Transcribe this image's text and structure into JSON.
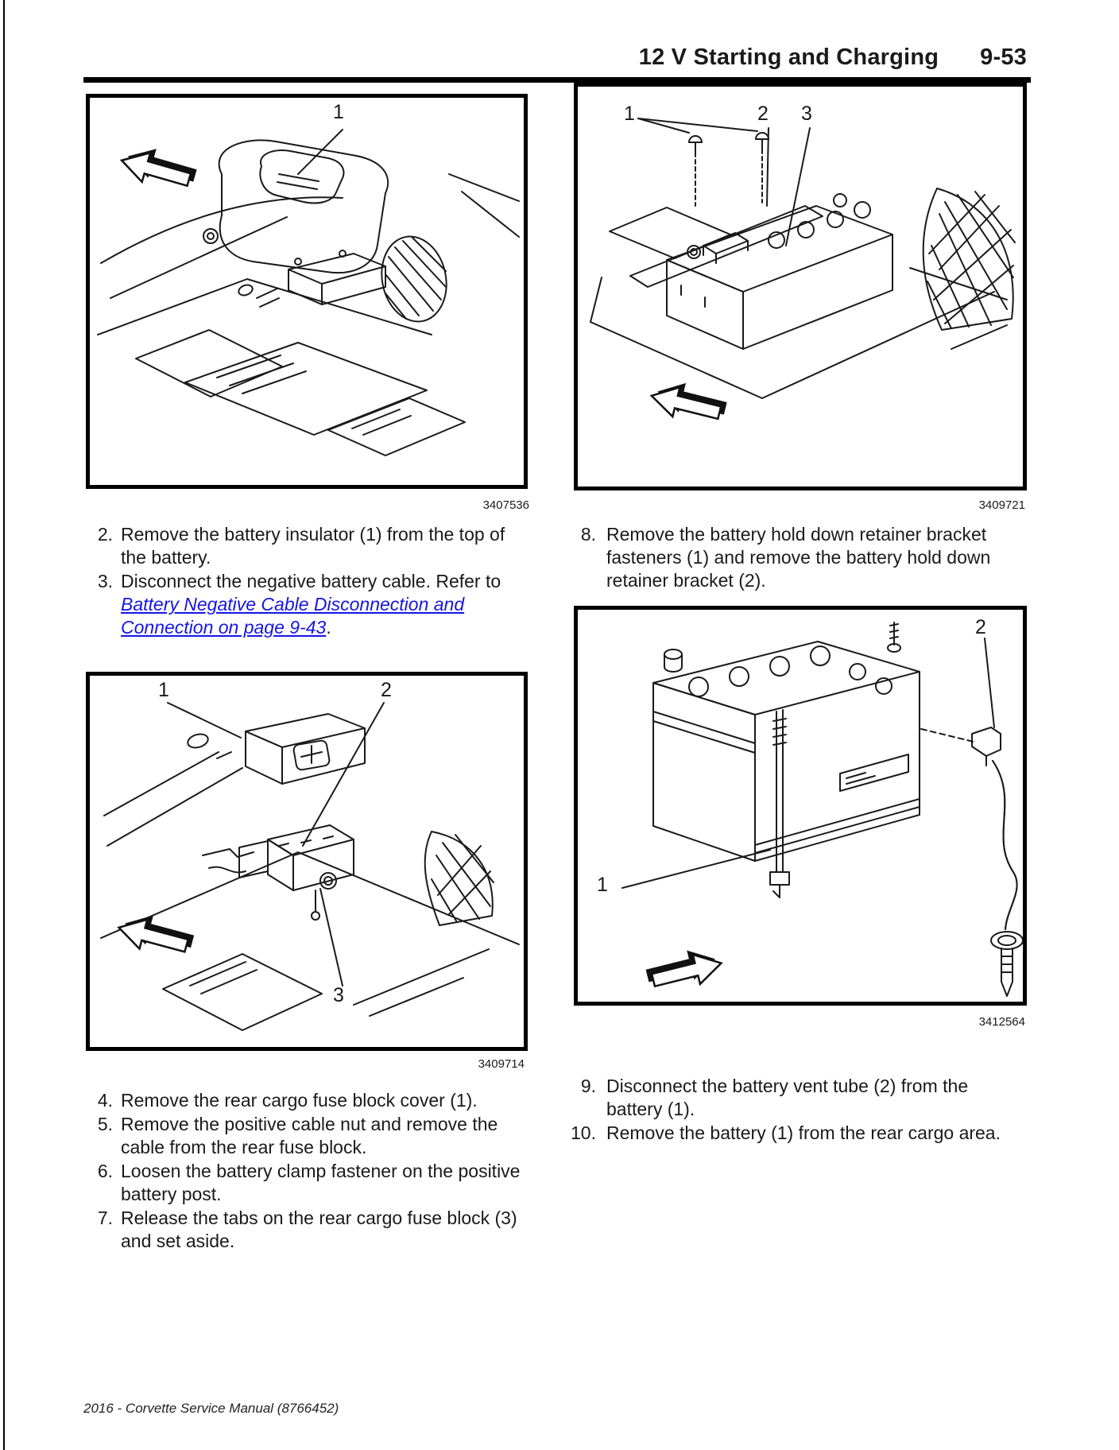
{
  "colors": {
    "link": "#1515e6",
    "ink": "#1a1a1a",
    "rule": "#000000"
  },
  "header": {
    "title": "12 V Starting and Charging",
    "page_number": "9-53"
  },
  "figures": [
    {
      "number": "3407536",
      "callouts": {
        "c1": "1"
      }
    },
    {
      "number": "3409721",
      "callouts": {
        "c1": "1",
        "c2": "2",
        "c3": "3"
      }
    },
    {
      "number": "3409714",
      "callouts": {
        "c1": "1",
        "c2": "2",
        "c3": "3"
      }
    },
    {
      "number": "3412564",
      "callouts": {
        "c1": "1",
        "c2": "2"
      }
    }
  ],
  "steps": {
    "left_top": [
      {
        "num": "2.",
        "text": "Remove the battery insulator (1) from the top of the battery."
      },
      {
        "num": "3.",
        "pre": "Disconnect the negative battery cable. Refer to ",
        "link": "Battery Negative Cable Disconnection and Connection on page 9-43",
        "post": "."
      }
    ],
    "right_top": [
      {
        "num": "8.",
        "text": "Remove the battery hold down retainer bracket fasteners (1) and remove the battery hold down retainer bracket (2)."
      }
    ],
    "left_bottom": [
      {
        "num": "4.",
        "text": "Remove the rear cargo fuse block cover (1)."
      },
      {
        "num": "5.",
        "text": "Remove the positive cable nut and remove the cable from the rear fuse block."
      },
      {
        "num": "6.",
        "text": "Loosen the battery clamp fastener on the positive battery post."
      },
      {
        "num": "7.",
        "text": "Release the tabs on the rear cargo fuse block (3) and set aside."
      }
    ],
    "right_bottom": [
      {
        "num": "9.",
        "text": "Disconnect the battery vent tube (2) from the battery (1)."
      },
      {
        "num": "10.",
        "text": "Remove the battery (1) from the rear cargo area."
      }
    ]
  },
  "footer": {
    "text": "2016 - Corvette Service Manual (8766452)"
  }
}
